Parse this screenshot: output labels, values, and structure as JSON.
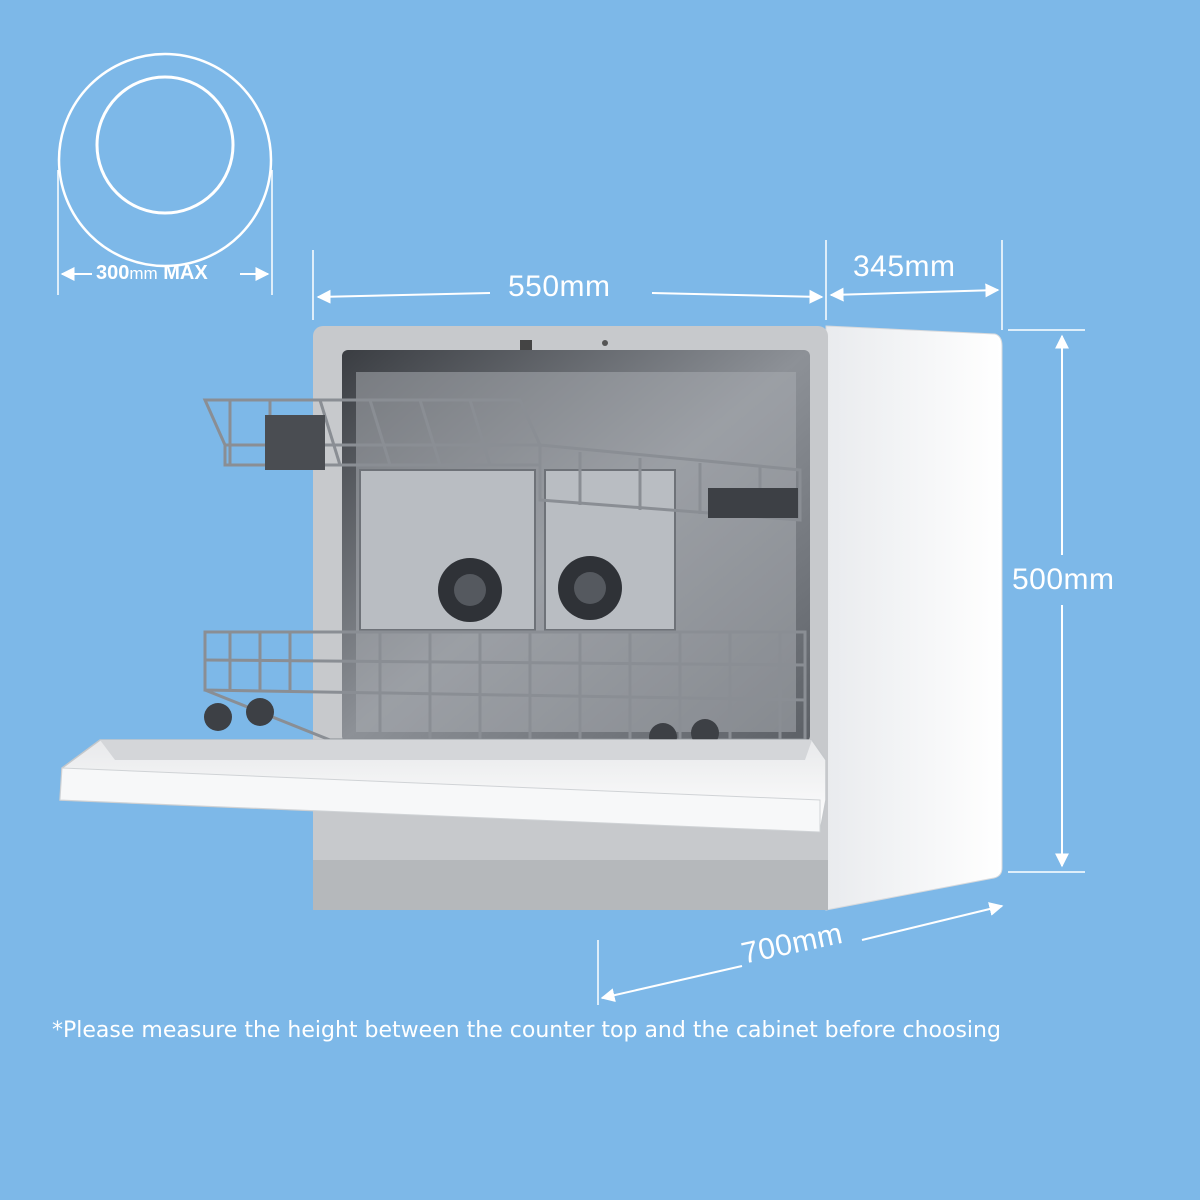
{
  "plate": {
    "value": "300",
    "unit": "mm",
    "suffix": " MAX"
  },
  "dimensions": {
    "width": "550mm",
    "depth": "345mm",
    "height": "500mm",
    "door_length": "700mm"
  },
  "footnote": "*Please measure the height between the counter top and the cabinet before choosing",
  "colors": {
    "background": "#7db8e8",
    "lines": "#ffffff",
    "cabinet_front": "#c9cbcd",
    "cabinet_side": "#f4f5f6"
  },
  "icons": [
    "plate-icon",
    "dishwasher-illustration",
    "double-arrow-icon"
  ]
}
